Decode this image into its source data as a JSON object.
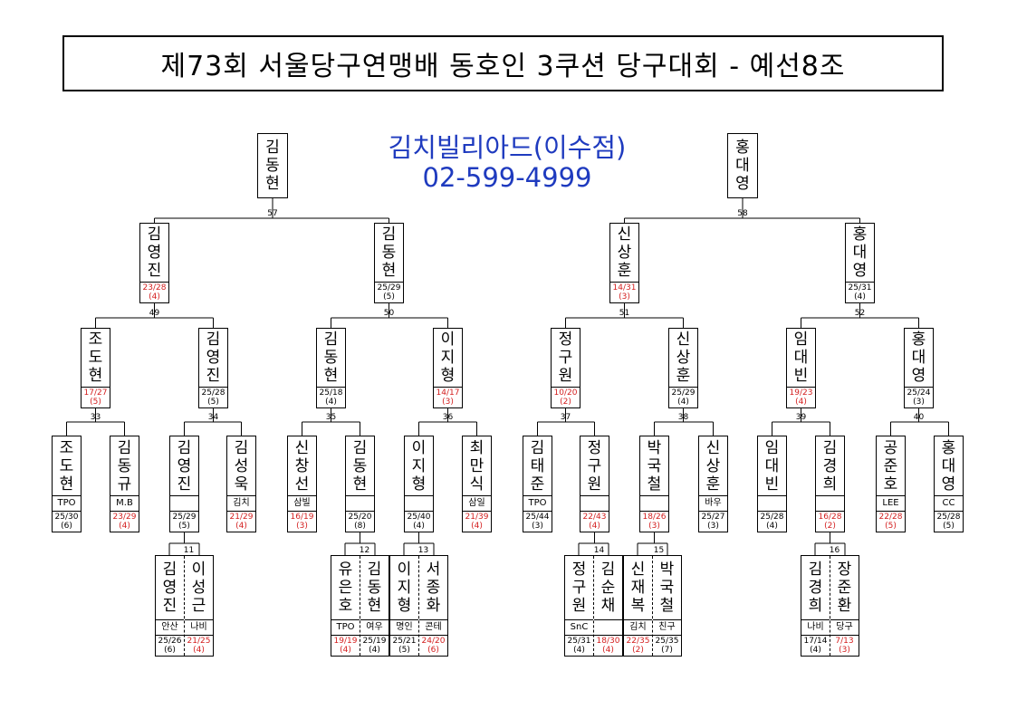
{
  "title": "제73회 서울당구연맹배 동호인 3쿠션 당구대회 - 예선8조",
  "sponsor": {
    "name": "김치빌리아드(이수점)",
    "phone": "02-599-4999"
  },
  "match_numbers": {
    "m57": "57",
    "m58": "58",
    "m49": "49",
    "m50": "50",
    "m51": "51",
    "m52": "52",
    "m33": "33",
    "m34": "34",
    "m35": "35",
    "m36": "36",
    "m37": "37",
    "m38": "38",
    "m39": "39",
    "m40": "40",
    "m11": "11",
    "m12": "12",
    "m13": "13",
    "m14": "14",
    "m15": "15",
    "m16": "16"
  },
  "finalists": {
    "left": {
      "name": "김동현"
    },
    "right": {
      "name": "홍대영"
    }
  },
  "round2": [
    {
      "name": "김영진",
      "score": "23/28",
      "inning": "(4)",
      "loss": true
    },
    {
      "name": "김동현",
      "score": "25/29",
      "inning": "(5)",
      "loss": false
    },
    {
      "name": "신상훈",
      "score": "14/31",
      "inning": "(3)",
      "loss": true
    },
    {
      "name": "홍대영",
      "score": "25/31",
      "inning": "(4)",
      "loss": false
    }
  ],
  "round1": [
    {
      "name": "조도현",
      "score": "17/27",
      "inning": "(5)",
      "loss": true
    },
    {
      "name": "김영진",
      "score": "25/28",
      "inning": "(5)",
      "loss": false
    },
    {
      "name": "김동현",
      "score": "25/18",
      "inning": "(4)",
      "loss": false
    },
    {
      "name": "이지형",
      "score": "14/17",
      "inning": "(3)",
      "loss": true
    },
    {
      "name": "정구원",
      "score": "10/20",
      "inning": "(2)",
      "loss": true
    },
    {
      "name": "신상훈",
      "score": "25/29",
      "inning": "(4)",
      "loss": false
    },
    {
      "name": "임대빈",
      "score": "19/23",
      "inning": "(4)",
      "loss": true
    },
    {
      "name": "홍대영",
      "score": "25/24",
      "inning": "(3)",
      "loss": false
    }
  ],
  "entrants": [
    {
      "name": "조도현",
      "club": "TPO",
      "score": "25/30",
      "inning": "(6)",
      "loss": false
    },
    {
      "name": "김동규",
      "club": "M.B",
      "score": "23/29",
      "inning": "(4)",
      "loss": true
    },
    {
      "name": "김영진",
      "club": "",
      "score": "25/29",
      "inning": "(5)",
      "loss": false
    },
    {
      "name": "김성욱",
      "club": "김치",
      "score": "21/29",
      "inning": "(4)",
      "loss": true
    },
    {
      "name": "신창선",
      "club": "삼빌",
      "score": "16/19",
      "inning": "(3)",
      "loss": true
    },
    {
      "name": "김동현",
      "club": "",
      "score": "25/20",
      "inning": "(8)",
      "loss": false
    },
    {
      "name": "이지형",
      "club": "",
      "score": "25/40",
      "inning": "(4)",
      "loss": false
    },
    {
      "name": "최만식",
      "club": "삼일",
      "score": "21/39",
      "inning": "(4)",
      "loss": true
    },
    {
      "name": "김태준",
      "club": "TPO",
      "score": "25/44",
      "inning": "(3)",
      "loss": false
    },
    {
      "name": "정구원",
      "club": "",
      "score": "22/43",
      "inning": "(4)",
      "loss": true
    },
    {
      "name": "박국철",
      "club": "",
      "score": "18/26",
      "inning": "(3)",
      "loss": true
    },
    {
      "name": "신상훈",
      "club": "바우",
      "score": "25/27",
      "inning": "(3)",
      "loss": false
    },
    {
      "name": "임대빈",
      "club": "",
      "score": "25/28",
      "inning": "(4)",
      "loss": false
    },
    {
      "name": "김경희",
      "club": "",
      "score": "16/28",
      "inning": "(2)",
      "loss": true
    },
    {
      "name": "공준호",
      "club": "LEE",
      "score": "22/28",
      "inning": "(5)",
      "loss": true
    },
    {
      "name": "홍대영",
      "club": "CC",
      "score": "25/28",
      "inning": "(5)",
      "loss": false
    }
  ],
  "prelim_pairs": [
    {
      "players": [
        {
          "name": "김영진",
          "club": "안산",
          "score": "25/26",
          "inning": "(6)",
          "loss": false
        },
        {
          "name": "이성근",
          "club": "나비",
          "score": "21/25",
          "inning": "(4)",
          "loss": true
        }
      ]
    },
    {
      "players": [
        {
          "name": "유은호",
          "club": "TPO",
          "score": "19/19",
          "inning": "(4)",
          "loss": true
        },
        {
          "name": "김동현",
          "club": "여우",
          "score": "25/19",
          "inning": "(4)",
          "loss": false
        }
      ]
    },
    {
      "players": [
        {
          "name": "이지형",
          "club": "명인",
          "score": "25/21",
          "inning": "(5)",
          "loss": false
        },
        {
          "name": "서종화",
          "club": "콘테",
          "score": "24/20",
          "inning": "(6)",
          "loss": true
        }
      ]
    },
    {
      "players": [
        {
          "name": "정구원",
          "club": "SnC",
          "score": "25/31",
          "inning": "(4)",
          "loss": false
        },
        {
          "name": "김순채",
          "club": "",
          "score": "18/30",
          "inning": "(4)",
          "loss": true
        }
      ]
    },
    {
      "players": [
        {
          "name": "신재복",
          "club": "김치",
          "score": "22/35",
          "inning": "(2)",
          "loss": true
        },
        {
          "name": "박국철",
          "club": "친구",
          "score": "25/35",
          "inning": "(7)",
          "loss": false
        }
      ]
    },
    {
      "players": [
        {
          "name": "김경희",
          "club": "나비",
          "score": "17/14",
          "inning": "(4)",
          "loss": false
        },
        {
          "name": "장준환",
          "club": "당구",
          "score": "7/13",
          "inning": "(3)",
          "loss": true
        }
      ]
    }
  ]
}
